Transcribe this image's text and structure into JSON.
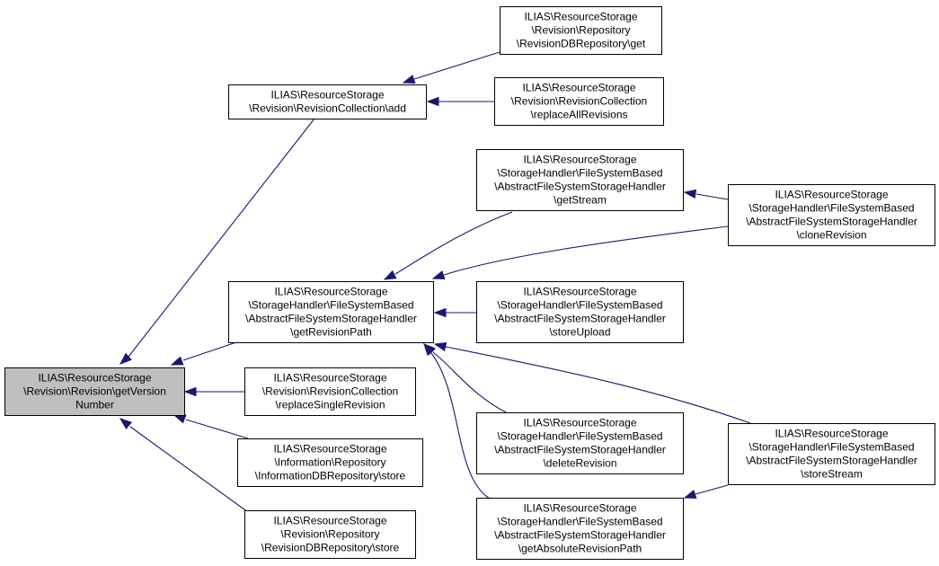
{
  "colors": {
    "edge": "#191970",
    "root_fill": "#bfbfbf",
    "node_fill": "#ffffff",
    "border": "#000000"
  },
  "nodes": [
    {
      "id": "root",
      "root": true,
      "lines": [
        "ILIAS\\ResourceStorage",
        "\\Revision\\Revision\\getVersion",
        "Number"
      ]
    },
    {
      "id": "add",
      "root": false,
      "lines": [
        "ILIAS\\ResourceStorage",
        "\\Revision\\RevisionCollection\\add"
      ]
    },
    {
      "id": "get",
      "root": false,
      "lines": [
        "ILIAS\\ResourceStorage",
        "\\Revision\\Repository",
        "\\RevisionDBRepository\\get"
      ]
    },
    {
      "id": "replaceAll",
      "root": false,
      "lines": [
        "ILIAS\\ResourceStorage",
        "\\Revision\\RevisionCollection",
        "\\replaceAllRevisions"
      ]
    },
    {
      "id": "getRevisionPath",
      "root": false,
      "lines": [
        "ILIAS\\ResourceStorage",
        "\\StorageHandler\\FileSystemBased",
        "\\AbstractFileSystemStorageHandler",
        "\\getRevisionPath"
      ]
    },
    {
      "id": "getStream",
      "root": false,
      "lines": [
        "ILIAS\\ResourceStorage",
        "\\StorageHandler\\FileSystemBased",
        "\\AbstractFileSystemStorageHandler",
        "\\getStream"
      ]
    },
    {
      "id": "cloneRevision",
      "root": false,
      "lines": [
        "ILIAS\\ResourceStorage",
        "\\StorageHandler\\FileSystemBased",
        "\\AbstractFileSystemStorageHandler",
        "\\cloneRevision"
      ]
    },
    {
      "id": "storeUpload",
      "root": false,
      "lines": [
        "ILIAS\\ResourceStorage",
        "\\StorageHandler\\FileSystemBased",
        "\\AbstractFileSystemStorageHandler",
        "\\storeUpload"
      ]
    },
    {
      "id": "replaceSingle",
      "root": false,
      "lines": [
        "ILIAS\\ResourceStorage",
        "\\Revision\\RevisionCollection",
        "\\replaceSingleRevision"
      ]
    },
    {
      "id": "deleteRevision",
      "root": false,
      "lines": [
        "ILIAS\\ResourceStorage",
        "\\StorageHandler\\FileSystemBased",
        "\\AbstractFileSystemStorageHandler",
        "\\deleteRevision"
      ]
    },
    {
      "id": "storeStream",
      "root": false,
      "lines": [
        "ILIAS\\ResourceStorage",
        "\\StorageHandler\\FileSystemBased",
        "\\AbstractFileSystemStorageHandler",
        "\\storeStream"
      ]
    },
    {
      "id": "infoStore",
      "root": false,
      "lines": [
        "ILIAS\\ResourceStorage",
        "\\Information\\Repository",
        "\\InformationDBRepository\\store"
      ]
    },
    {
      "id": "getAbsolute",
      "root": false,
      "lines": [
        "ILIAS\\ResourceStorage",
        "\\StorageHandler\\FileSystemBased",
        "\\AbstractFileSystemStorageHandler",
        "\\getAbsoluteRevisionPath"
      ]
    },
    {
      "id": "revStore",
      "root": false,
      "lines": [
        "ILIAS\\ResourceStorage",
        "\\Revision\\Repository",
        "\\RevisionDBRepository\\store"
      ]
    }
  ],
  "edges": [
    {
      "from": "add",
      "to": "root"
    },
    {
      "from": "getRevisionPath",
      "to": "root"
    },
    {
      "from": "replaceSingle",
      "to": "root"
    },
    {
      "from": "infoStore",
      "to": "root"
    },
    {
      "from": "revStore",
      "to": "root"
    },
    {
      "from": "get",
      "to": "add"
    },
    {
      "from": "replaceAll",
      "to": "add"
    },
    {
      "from": "getStream",
      "to": "getRevisionPath"
    },
    {
      "from": "cloneRevision",
      "to": "getRevisionPath"
    },
    {
      "from": "storeUpload",
      "to": "getRevisionPath"
    },
    {
      "from": "deleteRevision",
      "to": "getRevisionPath"
    },
    {
      "from": "storeStream",
      "to": "getRevisionPath"
    },
    {
      "from": "getAbsolute",
      "to": "getRevisionPath"
    },
    {
      "from": "cloneRevision",
      "to": "getStream"
    },
    {
      "from": "storeStream",
      "to": "getAbsolute"
    }
  ]
}
